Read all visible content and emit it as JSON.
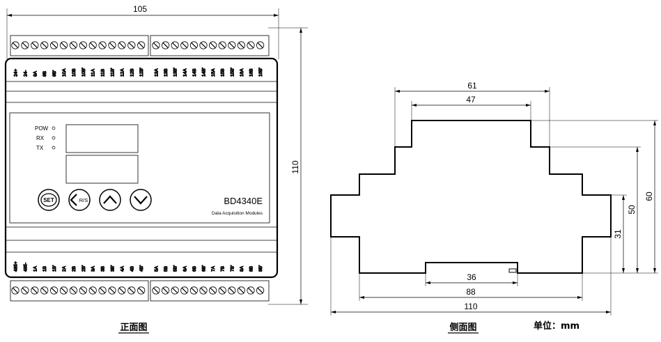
{
  "front_view": {
    "caption": "正面图",
    "width_label": "105",
    "height_label": "110",
    "model": "BD4340E",
    "subtitle": "Data Acquisition Modules",
    "leds": [
      "POW",
      "RX",
      "TX"
    ],
    "buttons": [
      "SET",
      "R/S"
    ],
    "top_terminals": [
      "24+",
      "24-",
      "9A",
      "9B",
      "9B'",
      "10A",
      "10B",
      "10B'",
      "11A",
      "11B",
      "11B'",
      "12A",
      "12B",
      "12B'",
      "13A",
      "13B",
      "13B'",
      "14A",
      "14B",
      "14B'",
      "15A",
      "15B",
      "15B'",
      "16A",
      "16B",
      "16B'"
    ],
    "bottom_terminals": [
      "485+",
      "485-",
      "1A",
      "1B",
      "1B'",
      "2A",
      "2B",
      "2B'",
      "3A",
      "3B",
      "3B'",
      "4A",
      "4B",
      "4B'",
      "5A",
      "5B",
      "5B'",
      "6A",
      "6B",
      "6B'",
      "7A",
      "7B",
      "7B'",
      "8A",
      "8B",
      "8B'"
    ]
  },
  "side_view": {
    "caption": "侧面图",
    "dims": {
      "d61": "61",
      "d47": "47",
      "d36": "36",
      "d88": "88",
      "d110": "110",
      "d31": "31",
      "d50": "50",
      "d60": "60"
    }
  },
  "unit_label": "单位：mm"
}
